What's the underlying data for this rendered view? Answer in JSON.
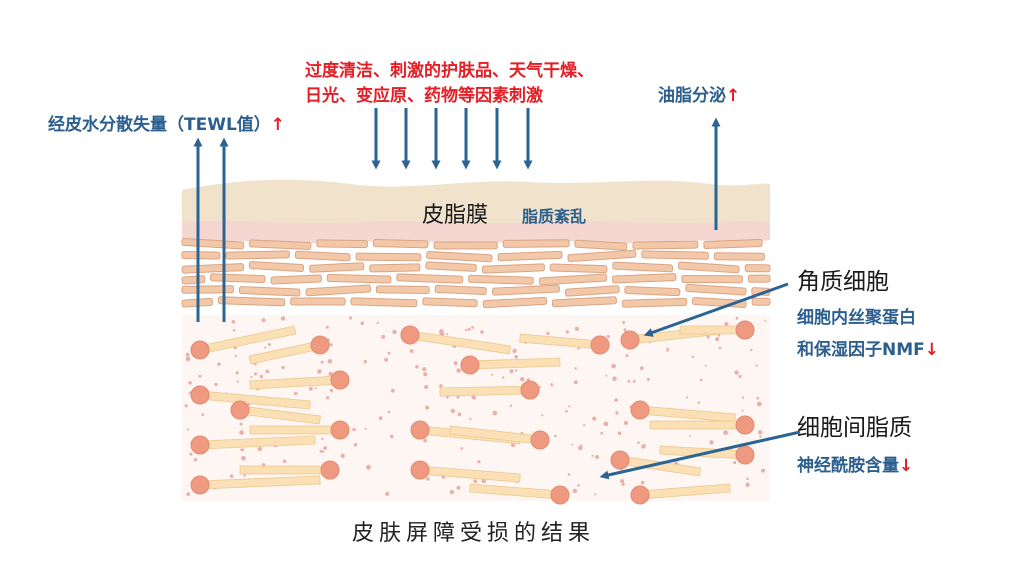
{
  "labels": {
    "tewl": "经皮水分散失量（TEWL值）",
    "tewl_arrow": "↑",
    "irritants_line1": "过度清洁、刺激的护肤品、天气干燥、",
    "irritants_line2": "日光、变应原、药物等因素刺激",
    "sebum": "油脂分泌",
    "sebum_arrow": "↑",
    "sebum_film": "皮脂膜",
    "lipid_disorder": "脂质紊乱",
    "corneocyte": "角质细胞",
    "corneocyte_detail1": "细胞内丝聚蛋白",
    "corneocyte_detail2": "和保湿因子NMF",
    "corneocyte_arrow": "↓",
    "intercellular_lipid": "细胞间脂质",
    "ceramide": "神经酰胺含量",
    "ceramide_arrow": "↓"
  },
  "caption": "皮肤屏障受损的结果",
  "colors": {
    "arrow_blue": "#2a6494",
    "label_blue": "#2d5f8e",
    "alert_red": "#e31e24",
    "film_tan": "#f1e2cc",
    "film_pink": "#f6d6d1",
    "brick": "#f2c8a8",
    "brick_stroke": "#d9a585",
    "lipid_bar": "#fae0b4",
    "lipid_head": "#ef9a80",
    "dots": "#eab0aa"
  }
}
